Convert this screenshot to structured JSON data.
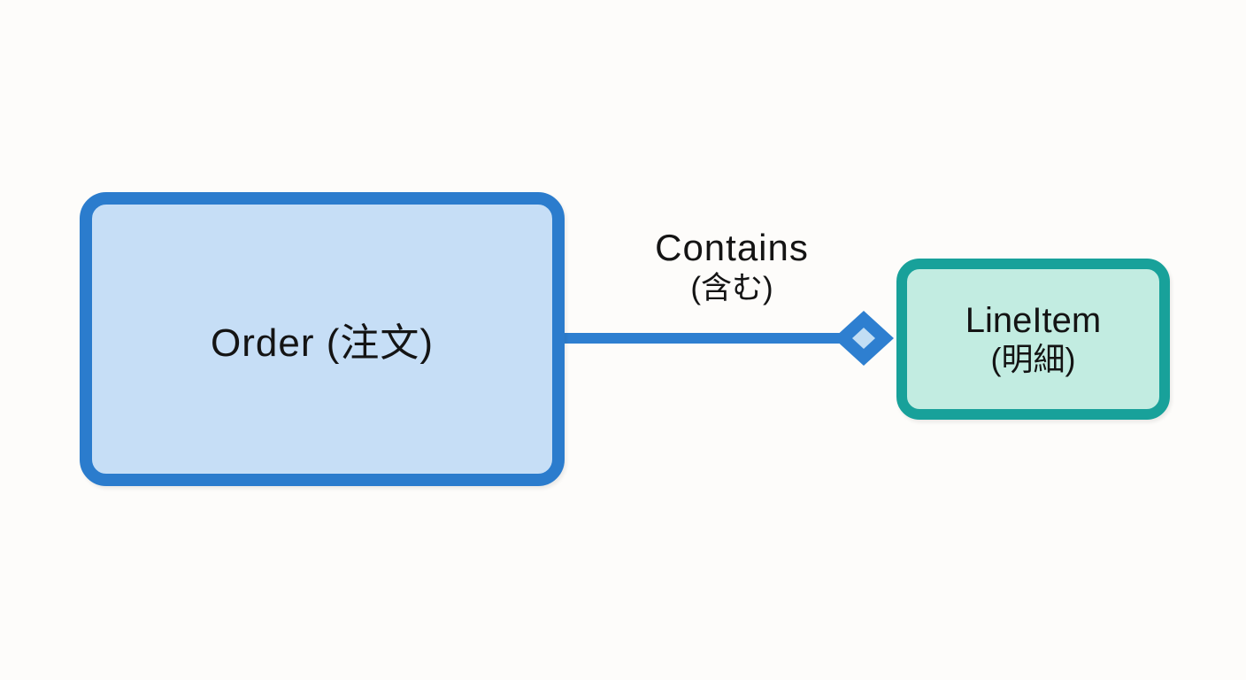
{
  "diagram": {
    "type": "entity-relationship",
    "entities": {
      "order": {
        "label": "Order (注文)",
        "fill_color": "#c6def6",
        "border_color": "#2b7ccd"
      },
      "lineitem": {
        "label": "LineItem",
        "label_ja": "(明細)",
        "fill_color": "#c2ece1",
        "border_color": "#18a19a"
      }
    },
    "relationship": {
      "label": "Contains",
      "label_ja": "(含む)",
      "symbol": "aggregation-diamond",
      "line_color": "#2e7fd0",
      "diamond_outer_color": "#2e7fd0",
      "diamond_inner_color": "#c2def4",
      "from": "order",
      "to": "lineitem"
    },
    "background_color": "#fdfcfa"
  }
}
